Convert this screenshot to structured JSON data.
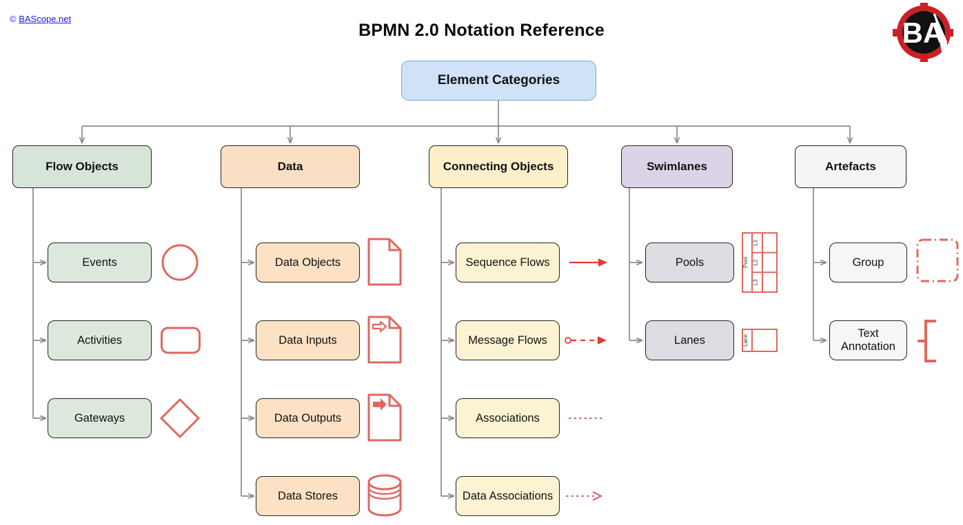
{
  "page": {
    "title": "BPMN 2.0 Notation Reference",
    "copyright_mark": "©",
    "copyright_link": "BAScope.net",
    "logo_text": "BA",
    "colors": {
      "background": "#ffffff",
      "title": "#0b0b0b",
      "link": "#1a1aee",
      "connector": "#8a8a8a",
      "node_border": "#222222",
      "icon_red": "#e0675f",
      "logo_red": "#cc2027",
      "logo_black": "#111111"
    }
  },
  "root": {
    "label": "Element Categories",
    "fill": "#cfe2f7"
  },
  "categories": [
    {
      "id": "flow-objects",
      "label": "Flow Objects",
      "fill": "#d7e5d9",
      "children": [
        {
          "label": "Events",
          "icon": "circle-icon"
        },
        {
          "label": "Activities",
          "icon": "rounded-rectangle-icon"
        },
        {
          "label": "Gateways",
          "icon": "diamond-icon"
        }
      ]
    },
    {
      "id": "data",
      "label": "Data",
      "fill": "#fbdfc4",
      "children": [
        {
          "label": "Data Objects",
          "icon": "document-icon"
        },
        {
          "label": "Data Inputs",
          "icon": "document-hollow-arrow-icon"
        },
        {
          "label": "Data Outputs",
          "icon": "document-filled-arrow-icon"
        },
        {
          "label": "Data Stores",
          "icon": "database-cylinder-icon"
        }
      ]
    },
    {
      "id": "connecting-objects",
      "label": "Connecting Objects",
      "fill": "#fcefc9",
      "children": [
        {
          "label": "Sequence Flows",
          "icon": "solid-arrow-icon"
        },
        {
          "label": "Message Flows",
          "icon": "dashed-arrow-circle-icon"
        },
        {
          "label": "Associations",
          "icon": "dotted-line-icon"
        },
        {
          "label": "Data Associations",
          "icon": "dotted-open-arrow-icon"
        }
      ]
    },
    {
      "id": "swimlanes",
      "label": "Swimlanes",
      "fill": "#ddd3e6",
      "children": [
        {
          "label": "Pools",
          "icon": "pool-grid-icon",
          "icon_labels": [
            "Pool",
            "L1",
            "L2",
            "L3"
          ]
        },
        {
          "label": "Lanes",
          "icon": "lane-grid-icon",
          "icon_labels": [
            "Lane"
          ]
        }
      ]
    },
    {
      "id": "artefacts",
      "label": "Artefacts",
      "fill": "#f4f5f5",
      "children": [
        {
          "label": "Group",
          "icon": "dash-dot-rectangle-icon"
        },
        {
          "label": "Text Annotation",
          "icon": "bracket-icon"
        }
      ]
    }
  ]
}
